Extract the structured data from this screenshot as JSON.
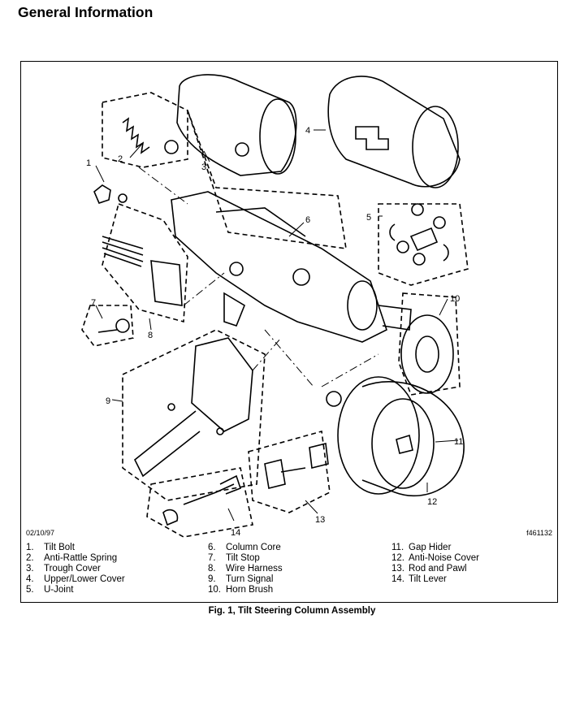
{
  "header": {
    "title": "General Information"
  },
  "figure": {
    "date": "02/10/97",
    "code": "f461132",
    "caption": "Fig. 1, Tilt Steering Column Assembly",
    "callouts": [
      "1",
      "2",
      "3",
      "4",
      "5",
      "6",
      "7",
      "8",
      "9",
      "10",
      "11",
      "12",
      "13",
      "14"
    ],
    "legend": [
      {
        "num": "1.",
        "label": "Tilt Bolt"
      },
      {
        "num": "2.",
        "label": "Anti-Rattle Spring"
      },
      {
        "num": "3.",
        "label": "Trough Cover"
      },
      {
        "num": "4.",
        "label": "Upper/Lower Cover"
      },
      {
        "num": "5.",
        "label": "U-Joint"
      },
      {
        "num": "6.",
        "label": "Column Core"
      },
      {
        "num": "7.",
        "label": "Tilt Stop"
      },
      {
        "num": "8.",
        "label": "Wire Harness"
      },
      {
        "num": "9.",
        "label": "Turn Signal"
      },
      {
        "num": "10.",
        "label": "Horn Brush"
      },
      {
        "num": "11.",
        "label": "Gap Hider"
      },
      {
        "num": "12.",
        "label": "Anti-Noise Cover"
      },
      {
        "num": "13.",
        "label": "Rod and Pawl"
      },
      {
        "num": "14.",
        "label": "Tilt Lever"
      }
    ]
  }
}
